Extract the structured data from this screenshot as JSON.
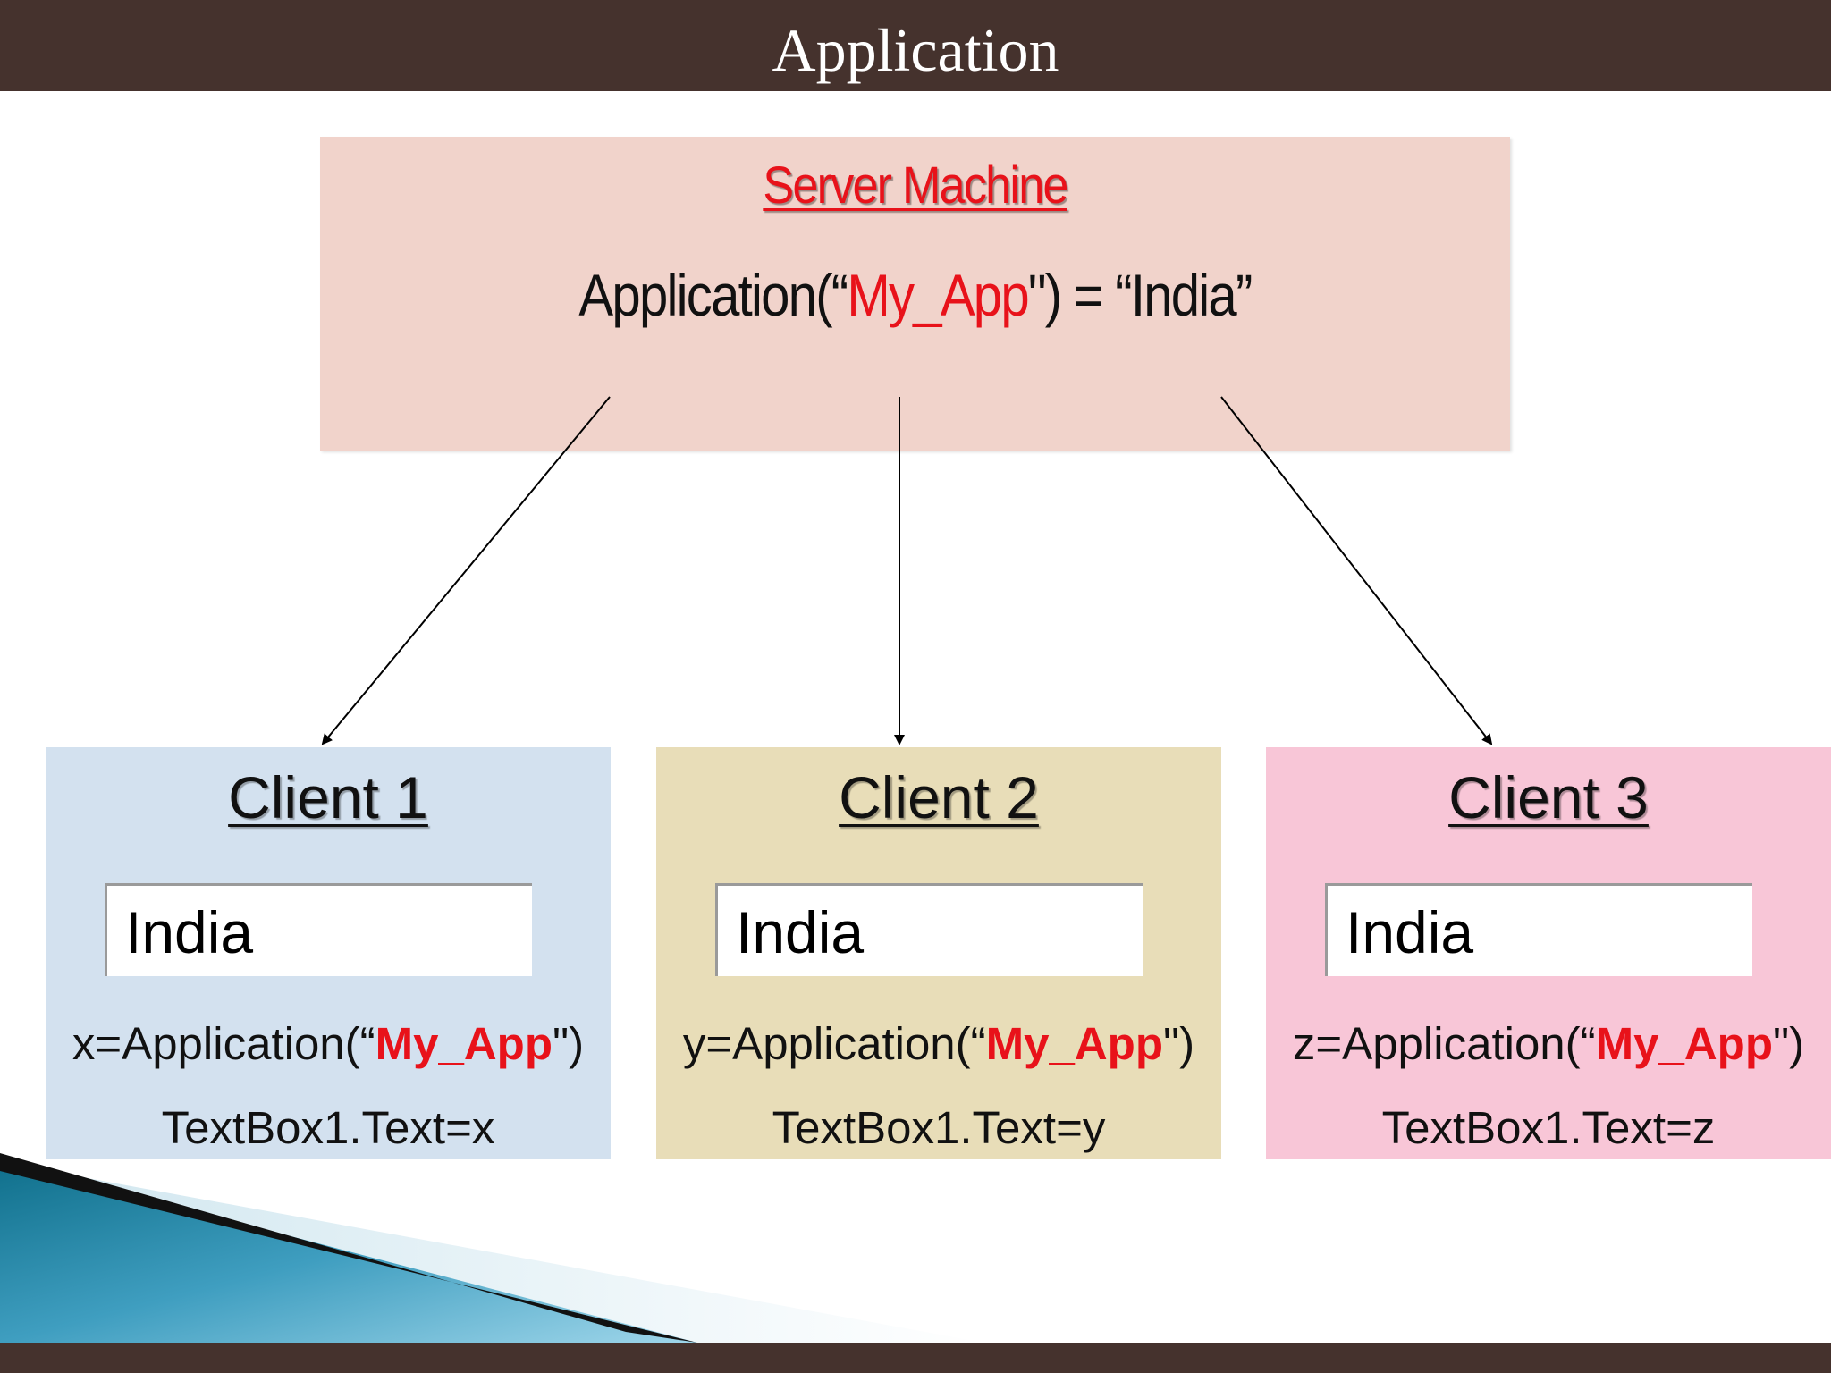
{
  "slide": {
    "title": "Application"
  },
  "colors": {
    "bar": "#45322d",
    "server_bg": "#f1d3cb",
    "accent_red": "#e8121a"
  },
  "server": {
    "title": "Server Machine",
    "expr_prefix": "Application(“",
    "expr_key": "My_App",
    "expr_suffix": "\") = “India”"
  },
  "clients": [
    {
      "title": "Client 1",
      "textbox_value": "India",
      "assign_prefix": "x=Application(“",
      "assign_key": "My_App",
      "assign_suffix": "\")",
      "setter": "TextBox1.Text=x",
      "bg": "#d3e1ef"
    },
    {
      "title": "Client 2",
      "textbox_value": "India",
      "assign_prefix": "y=Application(“",
      "assign_key": "My_App",
      "assign_suffix": "\")",
      "setter": "TextBox1.Text=y",
      "bg": "#e8ddb8"
    },
    {
      "title": "Client 3",
      "textbox_value": "India",
      "assign_prefix": "z=Application(“",
      "assign_key": "My_App",
      "assign_suffix": "\")",
      "setter": "TextBox1.Text=z",
      "bg": "#f8c6d7"
    }
  ]
}
